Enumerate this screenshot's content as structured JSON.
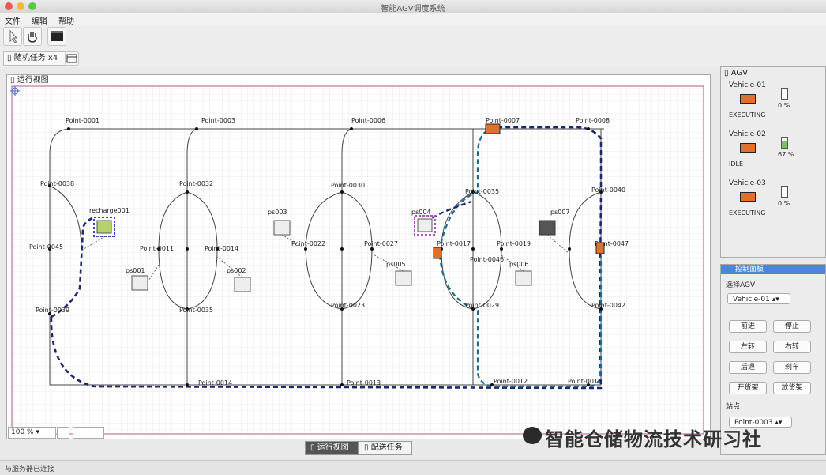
{
  "window": {
    "title": "智能AGV调度系统",
    "traffic_colors": [
      "#ee5a52",
      "#f5bb34",
      "#5fc549"
    ]
  },
  "menu": {
    "items": [
      "文件",
      "编辑",
      "帮助"
    ]
  },
  "toolbar": {
    "buttons": [
      "select-tool",
      "hand-tool",
      "display-tool"
    ]
  },
  "tabs": {
    "task_tab_label": "随机任务",
    "task_tab_count": "x4"
  },
  "canvas": {
    "view_label": "运行视图",
    "zoom": "100 %",
    "points": [
      {
        "label": "Point-0001"
      },
      {
        "label": "Point-0003"
      },
      {
        "label": "Point-0006"
      },
      {
        "label": "Point-0007"
      },
      {
        "label": "Point-0008"
      },
      {
        "label": "Point-0038"
      },
      {
        "label": "Point-0032"
      },
      {
        "label": "Point-0030"
      },
      {
        "label": "Point-0035"
      },
      {
        "label": "Point-0040"
      },
      {
        "label": "Point-0045"
      },
      {
        "label": "Point-0011"
      },
      {
        "label": "Point-0014"
      },
      {
        "label": "Point-0022"
      },
      {
        "label": "Point-0027"
      },
      {
        "label": "Point-0017"
      },
      {
        "label": "Point-0019"
      },
      {
        "label": "Point-0047"
      },
      {
        "label": "Point-0039"
      },
      {
        "label": "Point-0035"
      },
      {
        "label": "Point-0023"
      },
      {
        "label": "Point-0029"
      },
      {
        "label": "Point-0042"
      },
      {
        "label": "Point-0014"
      },
      {
        "label": "Point-0013"
      },
      {
        "label": "Point-0012"
      },
      {
        "label": "Point-0011"
      },
      {
        "label": "Point-0046"
      }
    ],
    "stations": [
      {
        "label": "recharge001",
        "icon": "recharge-station-icon"
      },
      {
        "label": "ps003",
        "icon": "workstation-icon"
      },
      {
        "label": "ps004",
        "icon": "workstation-icon"
      },
      {
        "label": "ps001",
        "icon": "workstation-icon"
      },
      {
        "label": "ps002",
        "icon": "workstation-icon"
      },
      {
        "label": "ps005",
        "icon": "workstation-icon"
      },
      {
        "label": "ps006",
        "icon": "workstation-icon"
      },
      {
        "label": "ps007",
        "icon": "workstation-icon"
      }
    ]
  },
  "bottom_tabs": [
    "运行视图",
    "配送任务"
  ],
  "status_bar": {
    "text": "与服务器已连接"
  },
  "agv_panel": {
    "title": "AGV",
    "vehicles": [
      {
        "name": "Vehicle-01",
        "state": "EXECUTING",
        "battery": "0 %",
        "battery_level": 0
      },
      {
        "name": "Vehicle-02",
        "state": "IDLE",
        "battery": "67 %",
        "battery_level": 67
      },
      {
        "name": "Vehicle-03",
        "state": "EXECUTING",
        "battery": "0 %",
        "battery_level": 0
      }
    ]
  },
  "control_panel": {
    "title": "控制面板",
    "select_label": "选择AGV",
    "selected_vehicle": "Vehicle-01",
    "buttons": [
      "前进",
      "停止",
      "左转",
      "右转",
      "后退",
      "刹车",
      "开货架",
      "放货架"
    ],
    "point_label": "站点",
    "point_value": "Point-0003"
  },
  "watermark": {
    "text": "智能仓储物流技术研习社"
  },
  "colors": {
    "route_dark": "#1d2670",
    "route_teal": "#1f6a8c",
    "vehicle": "#e07030",
    "highlight_blue": "#3344cc",
    "highlight_magenta": "#b24fc8"
  }
}
